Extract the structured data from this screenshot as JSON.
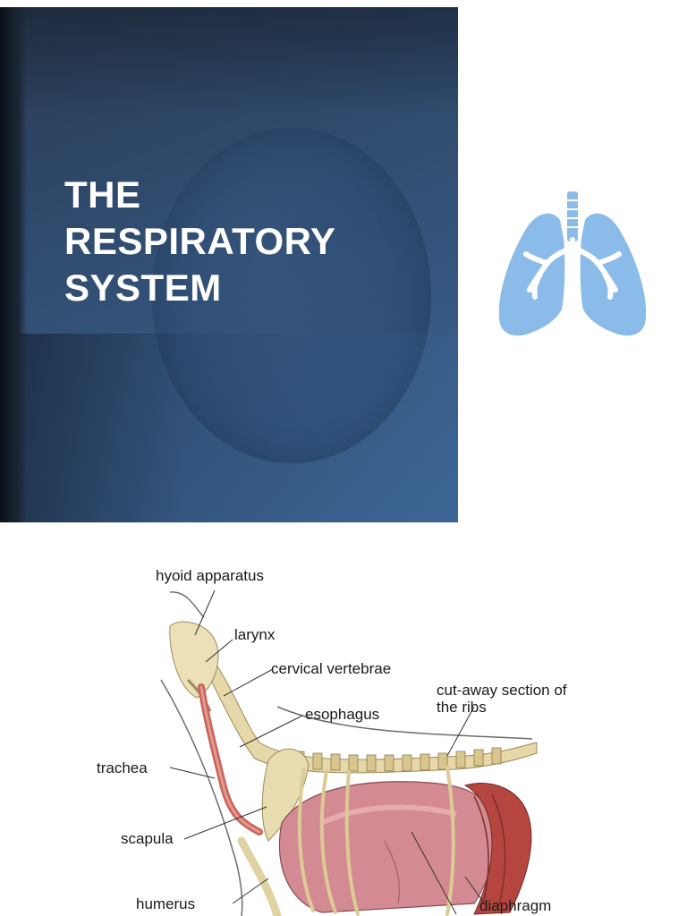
{
  "slide": {
    "title_lines": [
      "THE",
      "RESPIRATORY",
      "SYSTEM"
    ],
    "colors": {
      "background": "#35557c",
      "title_text": "#ffffff"
    }
  },
  "lungs_icon": {
    "icon": "lungs-icon",
    "color": "#8bbbe8"
  },
  "diagram": {
    "labels": {
      "hyoid_apparatus": "hyoid apparatus",
      "larynx": "larynx",
      "cervical_vertebrae": "cervical vertebrae",
      "esophagus": "esophagus",
      "cut_away": "cut-away section of the ribs",
      "trachea": "trachea",
      "scapula": "scapula",
      "humerus": "humerus",
      "diaphragm": "diaphragm"
    }
  }
}
